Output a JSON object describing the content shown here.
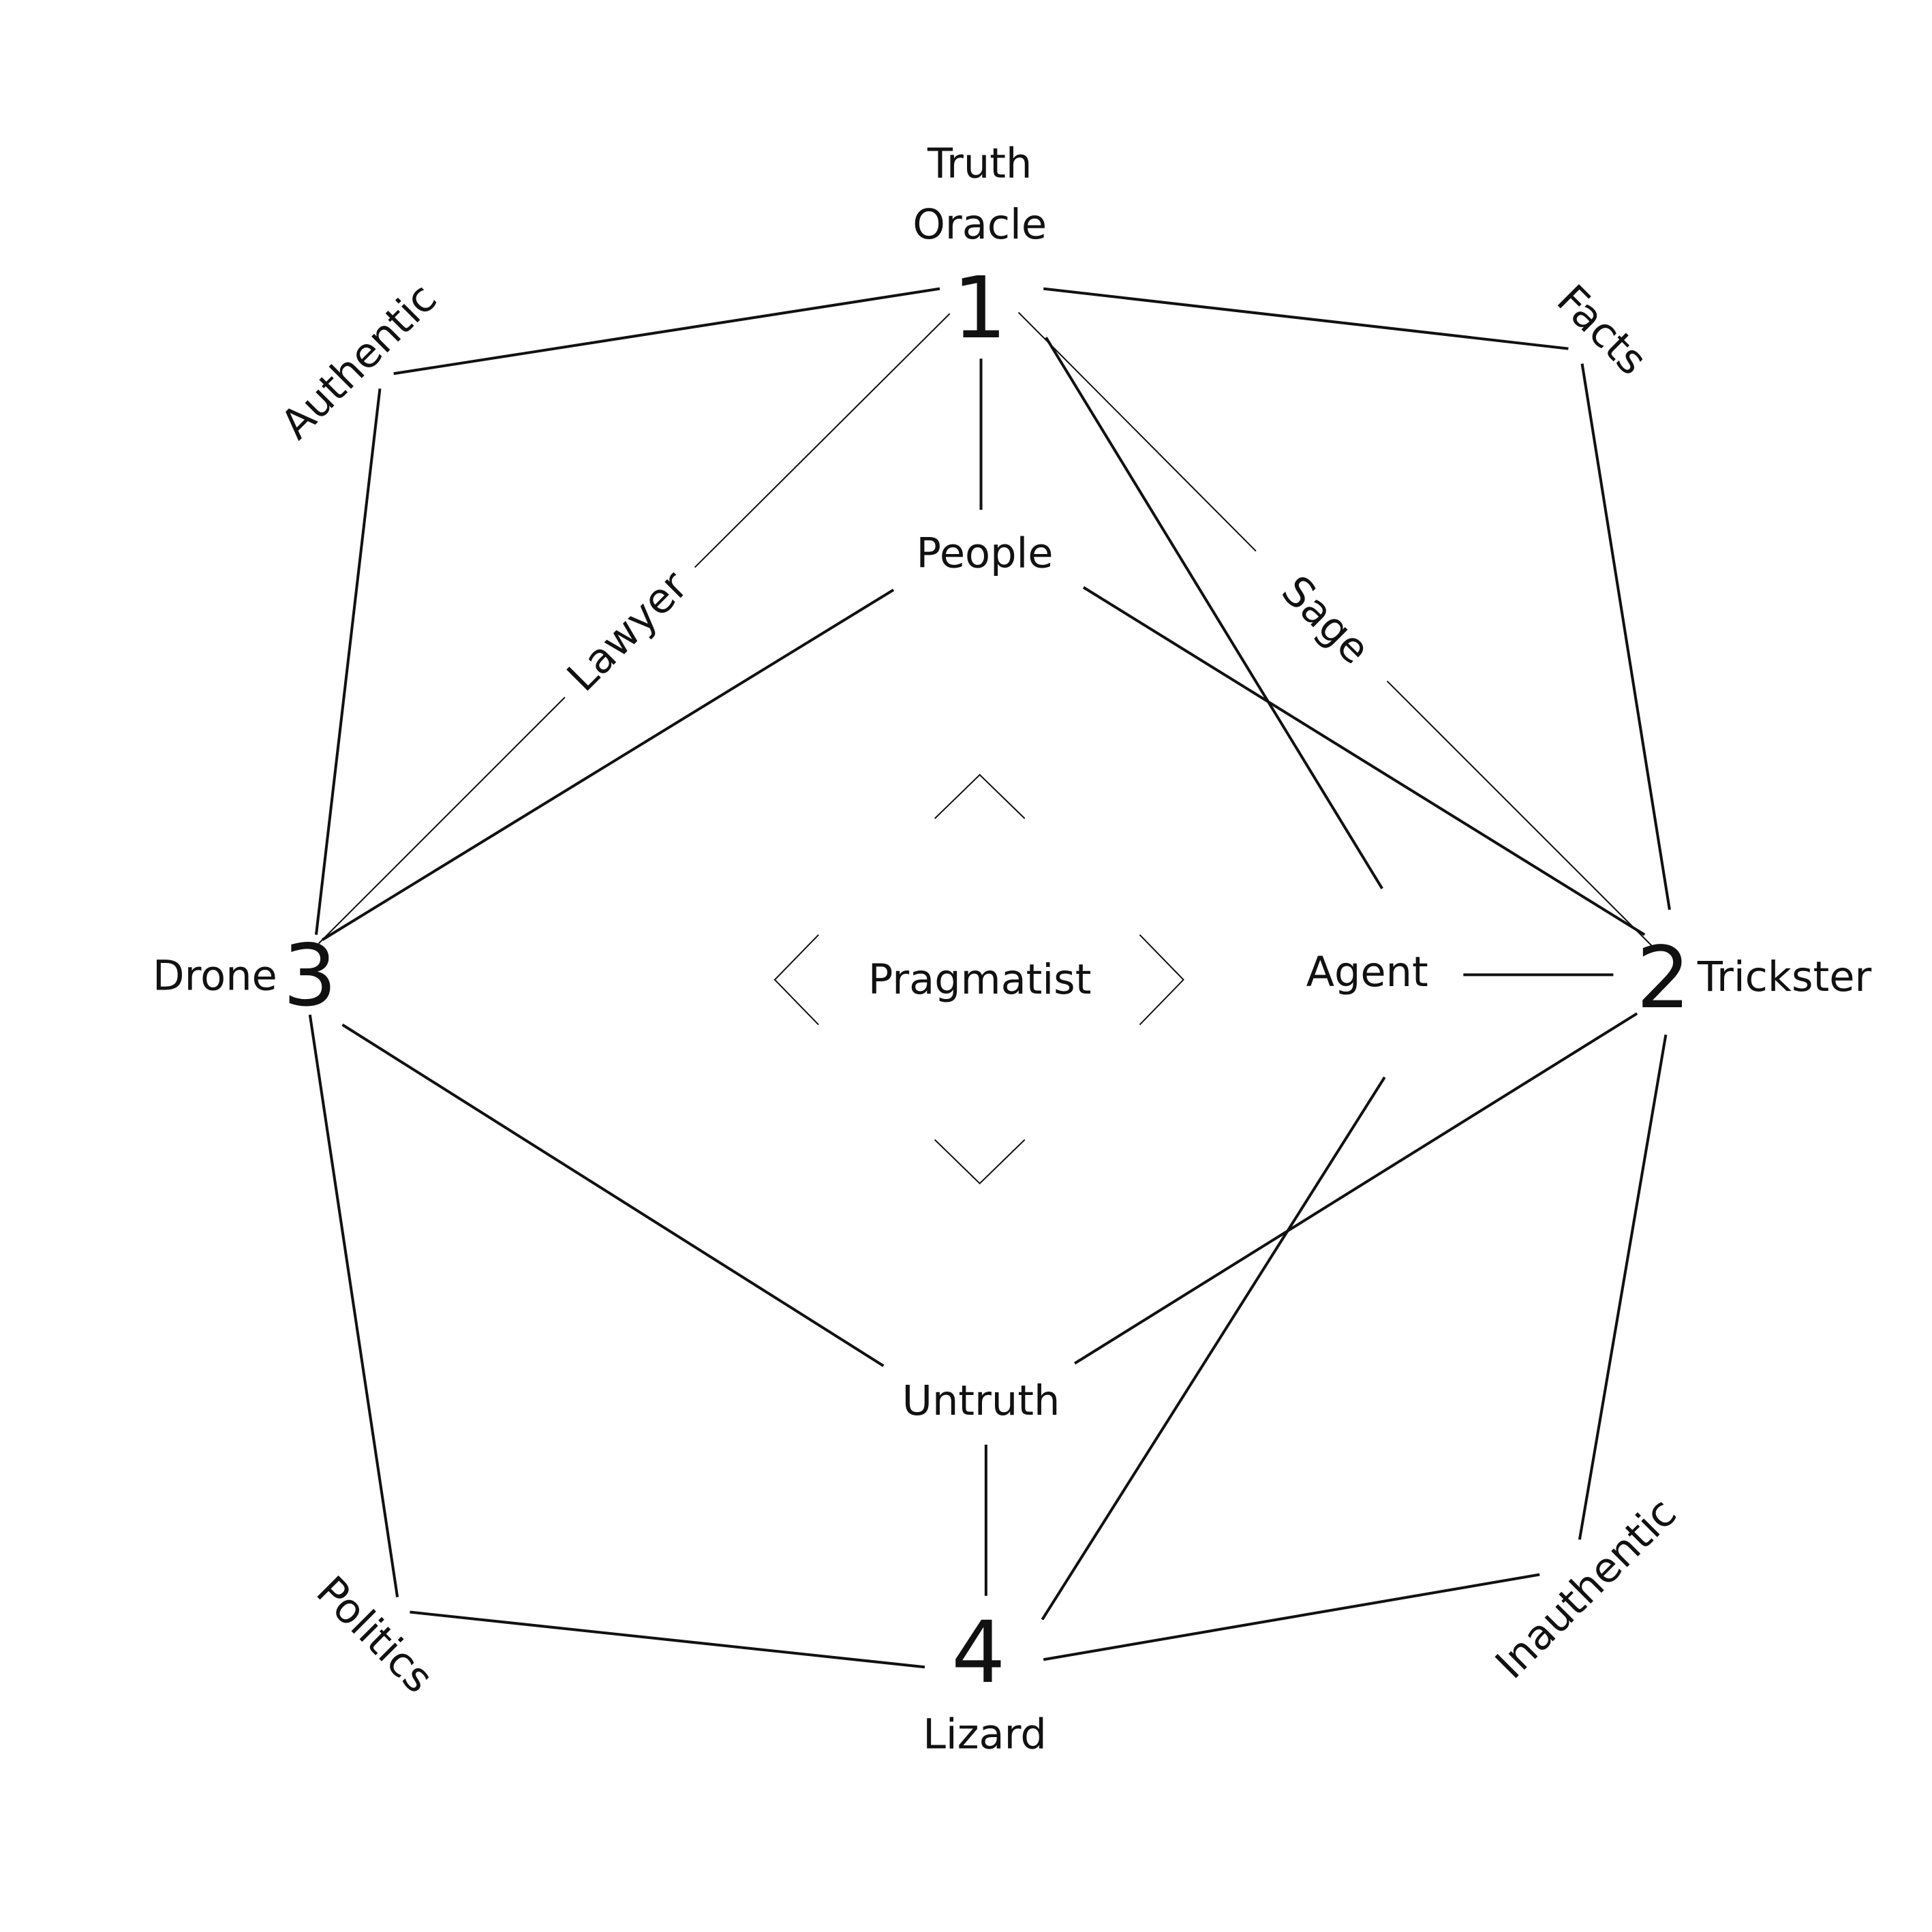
{
  "nodes": {
    "n1": {
      "number": "1",
      "label_top": "Truth",
      "label": "Oracle"
    },
    "n2": {
      "number": "2",
      "label": "Trickster"
    },
    "n3": {
      "number": "3",
      "label": "Drone"
    },
    "n4": {
      "number": "4",
      "label": "Lizard"
    }
  },
  "inner": {
    "people": "People",
    "agent": "Agent",
    "untruth": "Untruth",
    "center": "Pragmatist"
  },
  "edges": {
    "authentic": "Authentic",
    "facts": "Facts",
    "lawyer": "Lawyer",
    "sage": "Sage",
    "politics": "Politics",
    "inauthentic": "Inauthentic"
  },
  "colors": {
    "ink": "#111111",
    "background": "#ffffff"
  }
}
